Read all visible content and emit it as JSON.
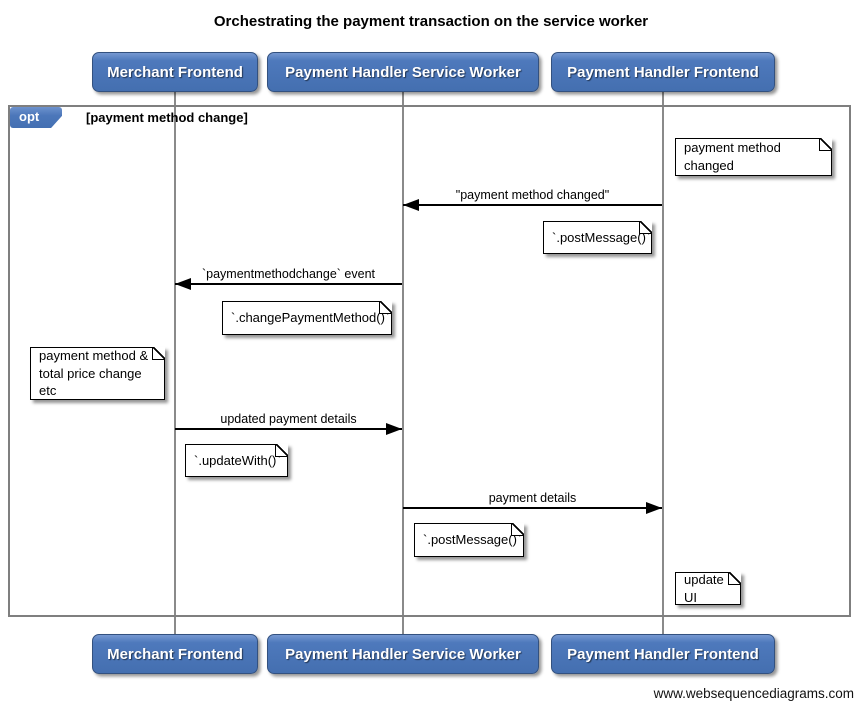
{
  "title": "Orchestrating the payment transaction on the service worker",
  "watermark": "www.websequencediagrams.com",
  "colors": {
    "actor_fill": "#4e79bc",
    "actor_border": "#33517f",
    "frame_border": "#7f7f7f",
    "lifeline": "#8a8a8a",
    "arrow": "#000000",
    "note_background": "#ffffff"
  },
  "actors": [
    {
      "label": "Merchant Frontend"
    },
    {
      "label": "Payment Handler Service Worker"
    },
    {
      "label": "Payment Handler Frontend"
    }
  ],
  "fragment": {
    "operator": "opt",
    "condition": "[payment method change]"
  },
  "messages": [
    {
      "label": "\"payment method changed\"",
      "from": "Payment Handler Frontend",
      "to": "Payment Handler Service Worker",
      "direction": "left"
    },
    {
      "label": "`paymentmethodchange` event",
      "from": "Payment Handler Service Worker",
      "to": "Merchant Frontend",
      "direction": "left"
    },
    {
      "label": "updated payment details",
      "from": "Merchant Frontend",
      "to": "Payment Handler Service Worker",
      "direction": "right"
    },
    {
      "label": "payment details",
      "from": "Payment Handler Service Worker",
      "to": "Payment Handler Frontend",
      "direction": "right"
    }
  ],
  "notes": [
    {
      "text": "payment method changed",
      "anchor": "Payment Handler Frontend"
    },
    {
      "text": "`.postMessage()`",
      "anchor": "Payment Handler Frontend"
    },
    {
      "text": "`.changePaymentMethod()`",
      "anchor": "Payment Handler Service Worker"
    },
    {
      "text": "payment method & total price change etc",
      "anchor": "Merchant Frontend"
    },
    {
      "text": "`.updateWith()`",
      "anchor": "Merchant Frontend"
    },
    {
      "text": "`.postMessage()`",
      "anchor": "Payment Handler Service Worker"
    },
    {
      "text": "update UI",
      "anchor": "Payment Handler Frontend"
    }
  ]
}
